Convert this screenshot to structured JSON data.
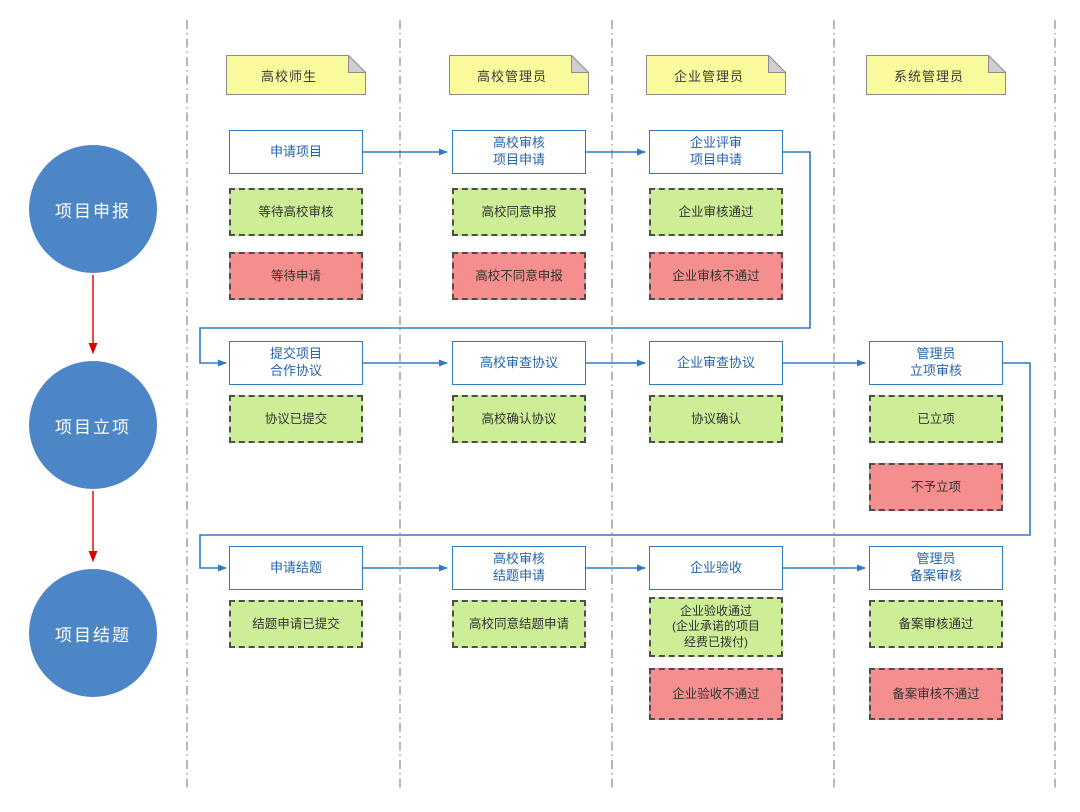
{
  "colors": {
    "process_border": "#2f7bc3",
    "process_text": "#2563ab",
    "connector_blue": "#2f7bc3",
    "phase_circle_fill": "#4d86c6",
    "phase_arrow_red": "#dd0000",
    "note_fill": "#fbfb9e",
    "note_fold": "#cfcfcf",
    "pass_fill": "#cdee96",
    "fail_fill": "#f58f8f",
    "status_border": "#4d4d4d",
    "lane_divider": "#a0a0a0"
  },
  "phases": [
    {
      "label": "项目申报"
    },
    {
      "label": "项目立项"
    },
    {
      "label": "项目结题"
    }
  ],
  "lanes": [
    {
      "label": "高校师生"
    },
    {
      "label": "高校管理员"
    },
    {
      "label": "企业管理员"
    },
    {
      "label": "系统管理员"
    }
  ],
  "nodes": {
    "r1c1": {
      "title": "申请项目",
      "pass": "等待高校审核",
      "fail": "等待申请"
    },
    "r1c2": {
      "title": "高校审核\n项目申请",
      "pass": "高校同意申报",
      "fail": "高校不同意申报"
    },
    "r1c3": {
      "title": "企业评审\n项目申请",
      "pass": "企业审核通过",
      "fail": "企业审核不通过"
    },
    "r2c1": {
      "title": "提交项目\n合作协议",
      "pass": "协议已提交"
    },
    "r2c2": {
      "title": "高校审查协议",
      "pass": "高校确认协议"
    },
    "r2c3": {
      "title": "企业审查协议",
      "pass": "协议确认"
    },
    "r2c4": {
      "title": "管理员\n立项审核",
      "pass": "已立项",
      "fail": "不予立项"
    },
    "r3c1": {
      "title": "申请结题",
      "pass": "结题申请已提交"
    },
    "r3c2": {
      "title": "高校审核\n结题申请",
      "pass": "高校同意结题申请"
    },
    "r3c3": {
      "title": "企业验收",
      "pass": "企业验收通过\n(企业承诺的项目\n经费已拨付)",
      "fail": "企业验收不通过"
    },
    "r3c4": {
      "title": "管理员\n备案审核",
      "pass": "备案审核通过",
      "fail": "备案审核不通过"
    }
  },
  "edges": [
    {
      "from": "项目申报",
      "to": "项目立项"
    },
    {
      "from": "项目立项",
      "to": "项目结题"
    },
    {
      "from": "申请项目",
      "to": "高校审核项目申请"
    },
    {
      "from": "高校审核项目申请",
      "to": "企业评审项目申请"
    },
    {
      "from": "企业评审项目申请",
      "to": "提交项目合作协议"
    },
    {
      "from": "提交项目合作协议",
      "to": "高校审查协议"
    },
    {
      "from": "高校审查协议",
      "to": "企业审查协议"
    },
    {
      "from": "企业审查协议",
      "to": "管理员立项审核"
    },
    {
      "from": "管理员立项审核",
      "to": "申请结题"
    },
    {
      "from": "申请结题",
      "to": "高校审核结题申请"
    },
    {
      "from": "高校审核结题申请",
      "to": "企业验收"
    },
    {
      "from": "企业验收",
      "to": "管理员备案审核"
    }
  ]
}
